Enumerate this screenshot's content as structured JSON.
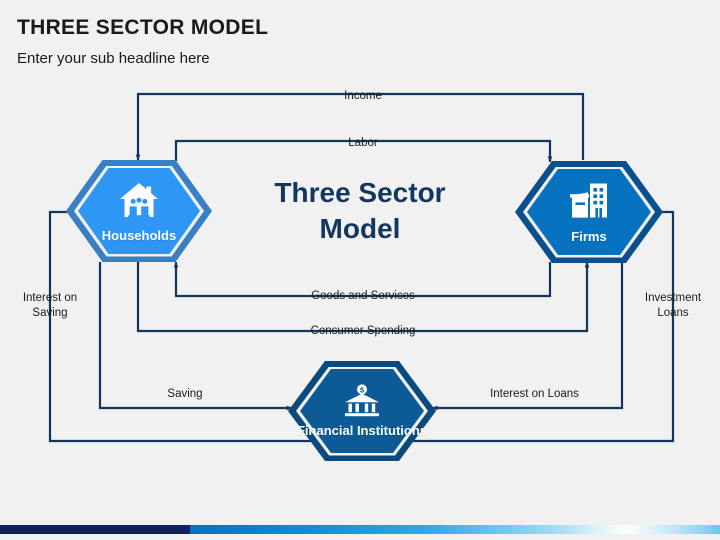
{
  "header": {
    "title": "THREE SECTOR MODEL",
    "subtitle": "Enter your sub headline here"
  },
  "center": {
    "heading": "Three Sector\nModel"
  },
  "nodes": [
    {
      "id": "households",
      "label": "Households",
      "icon": "house-family-icon",
      "fill": "#2e96f5",
      "outline": "#3a7fc4"
    },
    {
      "id": "firms",
      "label": "Firms",
      "icon": "factory-building-icon",
      "fill": "#0672c0",
      "outline": "#0b4f8f"
    },
    {
      "id": "financial_institutions",
      "label": "Financial\nInstitutions",
      "icon": "bank-dollar-icon",
      "fill": "#0c5b96",
      "outline": "#0b4a7d"
    }
  ],
  "flows": [
    {
      "id": "income",
      "label": "Income",
      "from": "firms",
      "to": "households"
    },
    {
      "id": "labor",
      "label": "Labor",
      "from": "households",
      "to": "firms"
    },
    {
      "id": "goods_and_services",
      "label": "Goods and Services",
      "from": "firms",
      "to": "households"
    },
    {
      "id": "consumer_spending",
      "label": "Consumer Spending",
      "from": "households",
      "to": "firms"
    },
    {
      "id": "interest_on_saving",
      "label": "Interest on\nSaving",
      "from": "financial_institutions",
      "to": "households"
    },
    {
      "id": "investment_loans",
      "label": "Investment\nLoans",
      "from": "financial_institutions",
      "to": "firms"
    },
    {
      "id": "saving",
      "label": "Saving",
      "from": "households",
      "to": "financial_institutions"
    },
    {
      "id": "interest_on_loans",
      "label": "Interest on Loans",
      "from": "firms",
      "to": "financial_institutions"
    }
  ],
  "theme": {
    "background": "#f1f1f1",
    "connector_color": "#12365e",
    "heading_color": "#13375e",
    "bar_navy": "#10215c"
  }
}
